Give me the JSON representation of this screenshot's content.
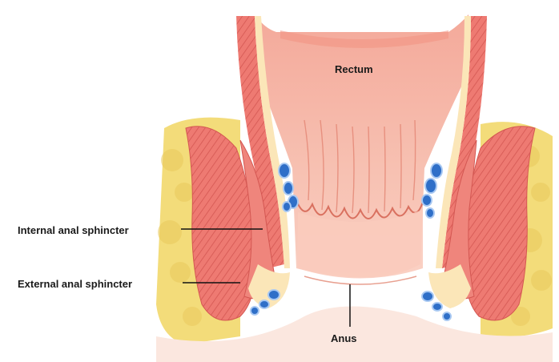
{
  "labels": {
    "rectum": "Rectum",
    "internal_sphincter": "Internal anal sphincter",
    "external_sphincter": "External anal sphincter",
    "anus": "Anus"
  },
  "colors": {
    "fat": "#f3dc7a",
    "fat_lobule": "#e8c95a",
    "muscle": "#ee7a72",
    "muscle_stripe": "#d85a55",
    "mucosa": "#f7a99a",
    "lumen": "#f6b8a8",
    "vessel": "#2f6fc8",
    "vessel_ring": "#9fc4f0",
    "leader": "#111111"
  }
}
